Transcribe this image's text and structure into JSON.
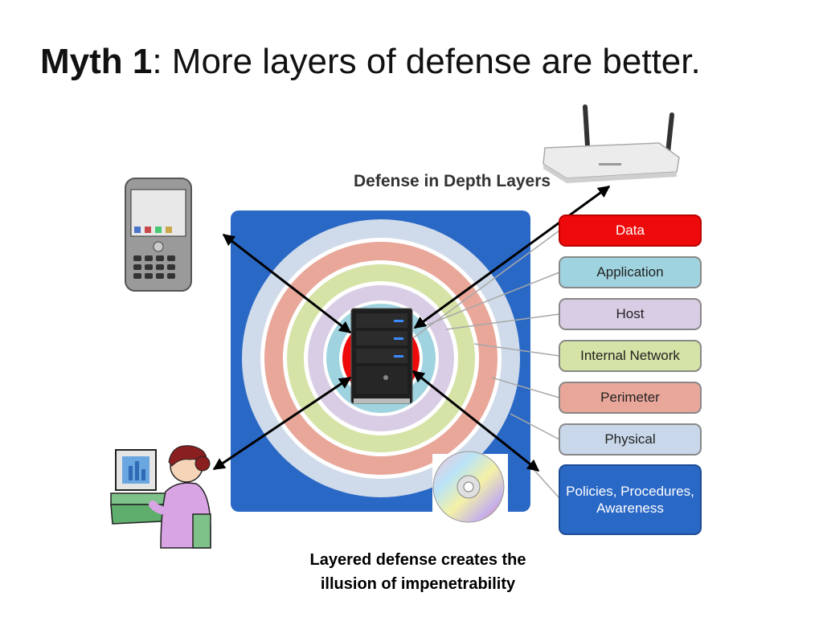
{
  "title": {
    "bold": "Myth 1",
    "rest": ": More layers of defense are better."
  },
  "diagram": {
    "title": "Defense in Depth Layers",
    "layers": [
      {
        "label": "Data",
        "color": "#ee0a0a"
      },
      {
        "label": "Application",
        "color": "#9fd3df"
      },
      {
        "label": "Host",
        "color": "#d9cde6"
      },
      {
        "label": "Internal Network",
        "color": "#d5e3a6"
      },
      {
        "label": "Perimeter",
        "color": "#e9a79a"
      },
      {
        "label": "Physical",
        "color": "#c8d8ea"
      },
      {
        "label": "Policies, Procedures, Awareness",
        "color": "#2a68c6"
      }
    ]
  },
  "devices": {
    "phone": "smartphone-icon",
    "router": "router-icon",
    "user": "user-at-computer-icon",
    "disc": "cd-disc-icon",
    "server": "server-icon"
  },
  "caption": {
    "line1": "Layered defense creates the",
    "line2": "illusion of impenetrability"
  }
}
